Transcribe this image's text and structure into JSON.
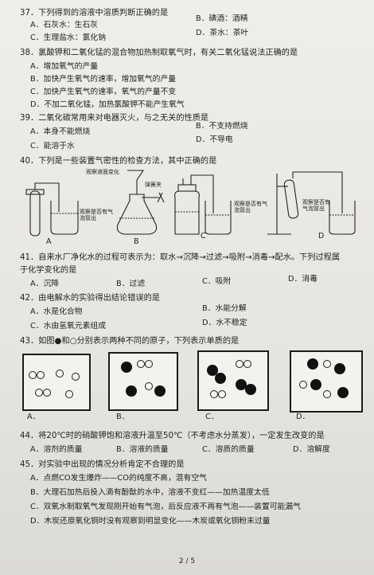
{
  "q37": {
    "stem": "37．下列得到的溶液中溶质判断正确的是",
    "A": "A．石灰水：生石灰",
    "B": "B．碘酒：酒精",
    "C": "C．生理盐水：氯化钠",
    "D": "D．茶水：茶叶"
  },
  "q38": {
    "stem": "38．氯酸钾和二氧化锰的混合物加热制取氧气时，有关二氧化锰说法正确的是",
    "A": "A．增加氧气的产量",
    "B": "B．加快产生氧气的速率，增加氧气的产量",
    "C": "C．加快产生氧气的速率，氧气的产量不变",
    "D": "D．不加二氧化锰，加热氯酸钾不能产生氧气"
  },
  "q39": {
    "stem": "39．二氧化碳常用来对电器灭火，与之无关的性质是",
    "A": "A．本身不能燃烧",
    "B": "B．不支持燃烧",
    "C": "C．能溶于水",
    "D": "D．不导电"
  },
  "q40": {
    "stem": "40．下列是一些装置气密性的检查方法，其中正确的是",
    "label_observe_liquid": "观察液面变化",
    "label_clip": "弹簧夹",
    "label_bubble": "观察是否有气泡冒出",
    "A": "A",
    "B": "B",
    "C": "C",
    "D": "D"
  },
  "q41": {
    "stem_line1": "41．自来水厂净化水的过程可表示为：取水→沉降→过滤→吸附→消毒→配水。下列过程属",
    "stem_line2": "于化学变化的是",
    "A": "A．沉降",
    "B": "B．过滤",
    "C": "C．吸附",
    "D": "D．消毒"
  },
  "q42": {
    "stem": "42．由电解水的实验得出结论错误的是",
    "A": "A．水是化合物",
    "B": "B．水能分解",
    "C": "C．水由氢氧元素组成",
    "D": "D．水不稳定"
  },
  "q43": {
    "stem": "43．如图●和○分别表示两种不同的原子，下列表示单质的是",
    "A": "A．",
    "B": "B．",
    "C": "C．",
    "D": "D．"
  },
  "q44": {
    "stem": "44．将20℃时的硝酸钾饱和溶液升温至50℃（不考虑水分蒸发），一定发生改变的是",
    "A": "A．溶剂的质量",
    "B": "B．溶液的质量",
    "C": "C．溶质的质量",
    "D": "D．溶解度"
  },
  "q45": {
    "stem": "45．对实验中出现的情况分析肯定不合理的是",
    "A": "A．点燃CO发生爆炸——CO的纯度不高，混有空气",
    "B": "B．大理石加热后投入滴有酚酞的水中，溶液不变红——加热温度太低",
    "C": "C．双氧水制取氧气发现刚开始有气泡，后反应液不再有气泡——装置可能漏气",
    "D": "D．木炭还原氧化铜时没有观察到明显变化——木炭或氧化铜粉末过量"
  },
  "footer": {
    "page": "2 / 5"
  }
}
